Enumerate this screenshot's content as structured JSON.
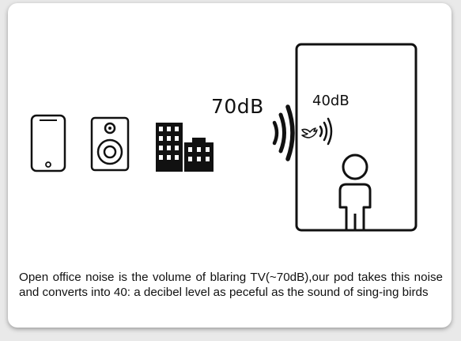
{
  "diagram": {
    "outside_level_label": "70dB",
    "inside_level_label": "40dB",
    "sources": [
      {
        "icon": "smartphone-icon"
      },
      {
        "icon": "speaker-icon"
      },
      {
        "icon": "buildings-icon"
      }
    ],
    "pod_icon": "pod-outline",
    "person_icon": "person-icon",
    "bird_icon": "bird-icon",
    "sound_waves_outside_icon": "sound-waves-loud-icon",
    "sound_waves_inside_icon": "sound-waves-soft-icon"
  },
  "caption": "Open office noise is the volume of blaring TV(~70dB),our pod takes this noise and converts into 40: a decibel level as peceful as the sound of sing-ing birds"
}
